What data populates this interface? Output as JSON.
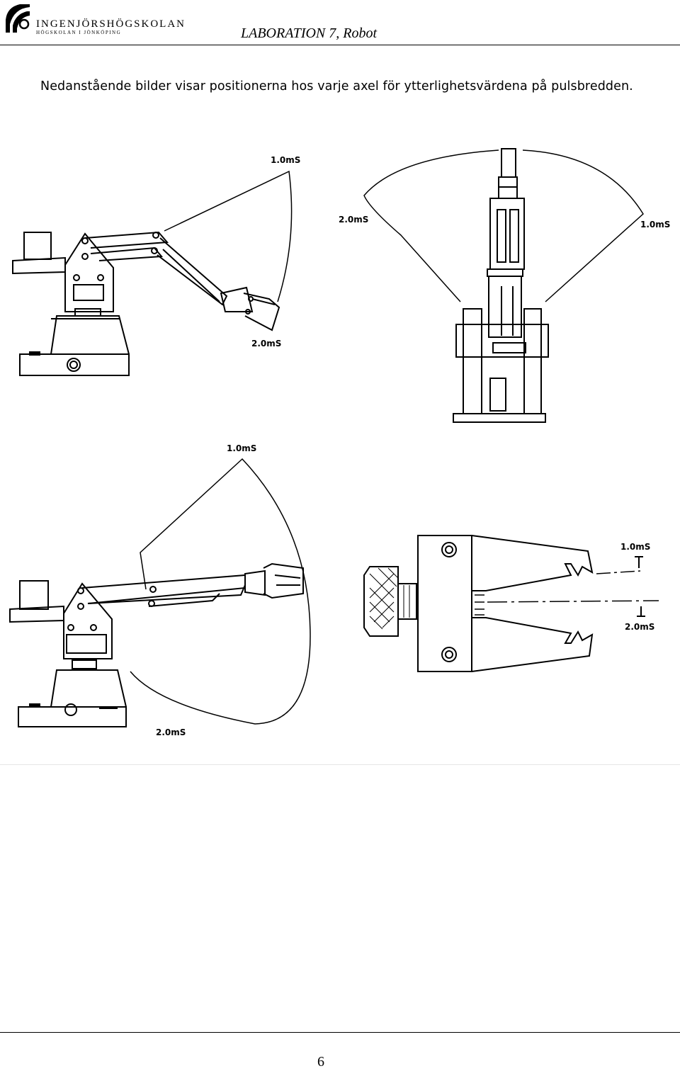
{
  "header": {
    "org_name": "INGENJÖRSHÖGSKOLAN",
    "org_subtitle": "HÖGSKOLAN I JÖNKÖPING",
    "title": "LABORATION 7, Robot"
  },
  "intro": "Nedanstående bilder visar positionerna hos varje axel för ytterlighetsvärdena på pulsbredden.",
  "figures": {
    "shoulder": {
      "top_label": "1.0mS",
      "bottom_label": "2.0mS"
    },
    "base": {
      "left_label": "2.0mS",
      "right_label": "1.0mS"
    },
    "elbow": {
      "top_label": "1.0mS",
      "bottom_label": "2.0mS"
    },
    "gripper": {
      "top_label": "1.0mS",
      "bottom_label": "2.0mS"
    }
  },
  "footer": {
    "page_number": "6"
  }
}
